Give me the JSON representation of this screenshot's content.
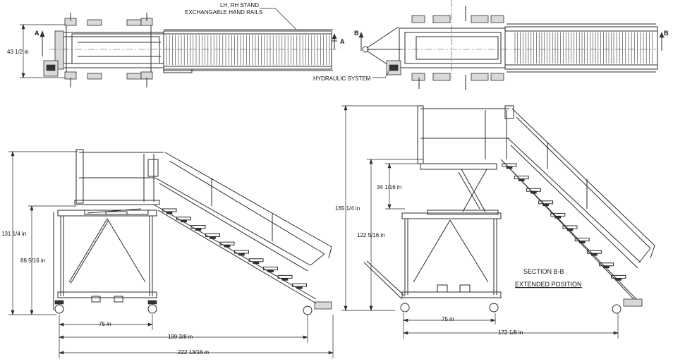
{
  "labels": {
    "top_width": "43 1/2 in",
    "handrails": "LH, RH STAND\nEXCHANGABLE HAND RAILS",
    "handrails_line1": "LH, RH STAND",
    "handrails_line2": "EXCHANGABLE HAND RAILS",
    "hydraulic": "HYDRAULIC SYSTEM",
    "section_a": "A",
    "section_b": "B",
    "left_total_height": "131 1/4 in",
    "left_platform_height": "88 5/16 in",
    "left_base": "75 in",
    "left_length1": "199 3/8 in",
    "left_length2": "222 13/16 in",
    "right_total_height": "165 1/4 in",
    "right_lift": "34 1/16 in",
    "right_platform_height": "122 5/16 in",
    "right_base": "75 in",
    "right_length": "172 1/8 in",
    "section_title": "SECTION B-B",
    "section_subtitle": "EXTENDED POSITION"
  }
}
